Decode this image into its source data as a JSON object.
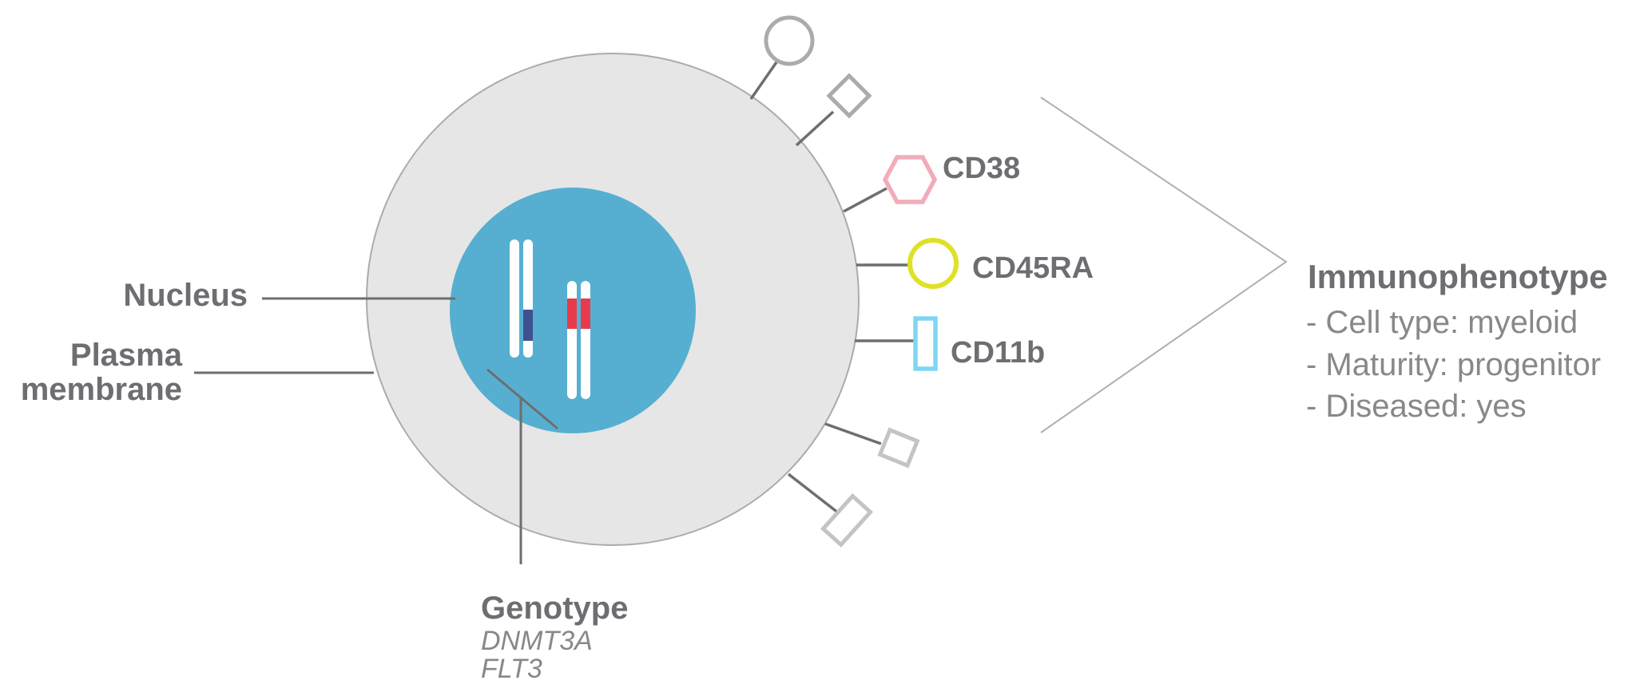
{
  "cell": {
    "nucleus_label": "Nucleus",
    "plasma_membrane_label_line1": "Plasma",
    "plasma_membrane_label_line2": "membrane",
    "genotype": {
      "title": "Genotype",
      "genes": [
        "DNMT3A",
        "FLT3"
      ]
    }
  },
  "surface_markers": {
    "labeled": [
      {
        "label": "CD38",
        "shape": "hexagon",
        "color": "#F2ACB9"
      },
      {
        "label": "CD45RA",
        "shape": "circle",
        "color": "#DFE128"
      },
      {
        "label": "CD11b",
        "shape": "rectangle",
        "color": "#7ED7F2"
      }
    ],
    "unlabeled_shapes": [
      "circle",
      "diamond",
      "square",
      "parallelogram"
    ]
  },
  "immunophenotype": {
    "title": "Immunophenotype",
    "items": [
      "- Cell type: myeloid",
      "- Maturity: progenitor",
      "- Diseased: yes"
    ]
  },
  "colors": {
    "cell_fill": "#E6E6E6",
    "cell_stroke": "#ABABAB",
    "nucleus_fill": "#56AFD0",
    "chromosome_white": "#FFFFFF",
    "band_navy": "#3D518F",
    "band_red": "#E93A4C",
    "marker_pink": "#F2ACB9",
    "marker_yellow": "#DFE128",
    "marker_cyan": "#7ED7F2",
    "receptor_gray": "#ABABAB",
    "receptor_gray_light": "#C4C4C4",
    "connector_gray": "#6E6E6E",
    "chevron_gray": "#B0B0B0",
    "text_dark": "#6D6E71",
    "text_light": "#87888A"
  }
}
